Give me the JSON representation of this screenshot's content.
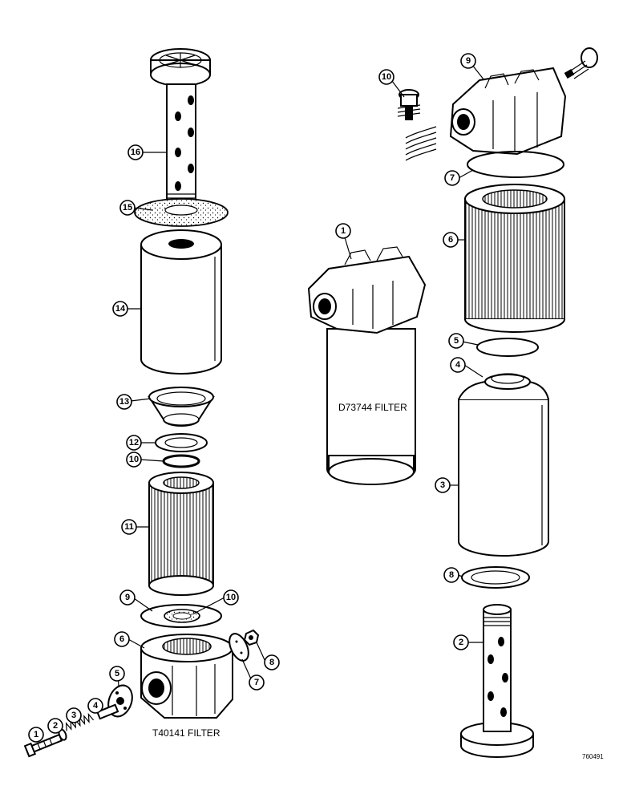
{
  "captions": {
    "left_filter": "T40141 FILTER",
    "center_filter": "D73744 FILTER",
    "drawing_ref": "760491"
  },
  "left_callouts": [
    "16",
    "15",
    "14",
    "13",
    "12",
    "10",
    "11",
    "9",
    "10",
    "6",
    "8",
    "7",
    "5",
    "4",
    "3",
    "2",
    "1"
  ],
  "right_callouts": [
    "10",
    "9",
    "7",
    "6",
    "5",
    "4",
    "3",
    "8",
    "2"
  ],
  "center_callouts": [
    "1"
  ]
}
